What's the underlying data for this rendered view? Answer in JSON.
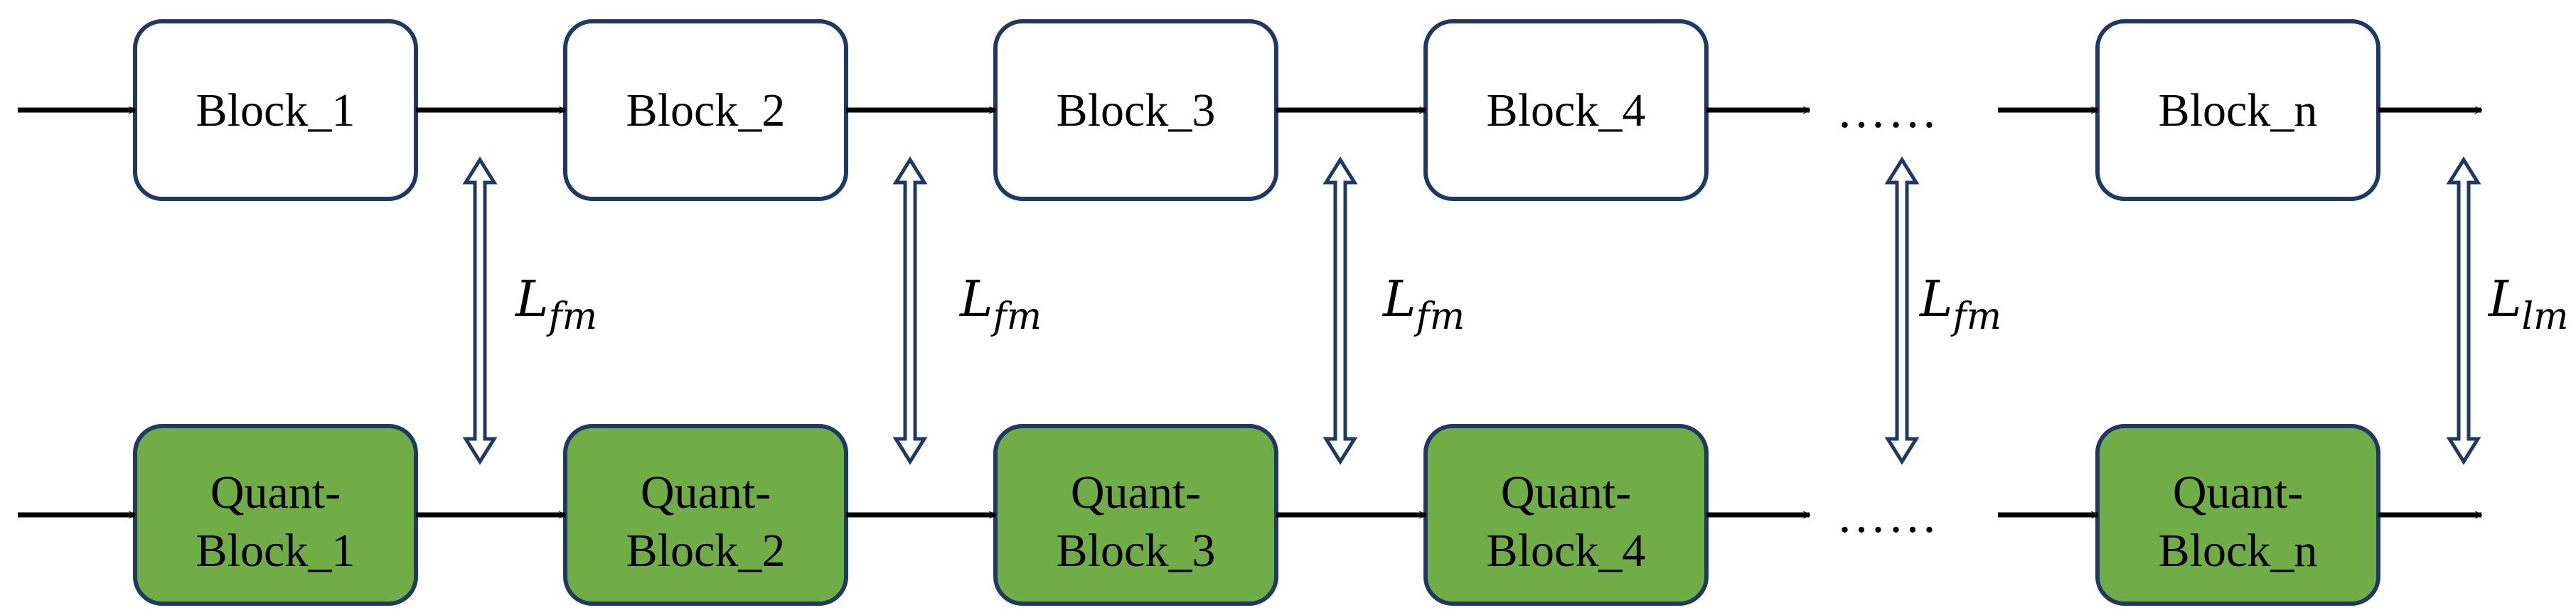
{
  "colors": {
    "block_fill": "#ffffff",
    "quant_fill": "#70ad47",
    "border": "#1f3864",
    "arrow": "#000000",
    "double_arrow": "#1f3864"
  },
  "top_row": {
    "blocks": [
      "Block_1",
      "Block_2",
      "Block_3",
      "Block_4",
      "Block_n"
    ],
    "ellipsis": "……"
  },
  "bottom_row": {
    "blocks": [
      [
        "Quant-",
        "Block_1"
      ],
      [
        "Quant-",
        "Block_2"
      ],
      [
        "Quant-",
        "Block_3"
      ],
      [
        "Quant-",
        "Block_4"
      ],
      [
        "Quant-",
        "Block_n"
      ]
    ],
    "ellipsis": "……"
  },
  "losses": [
    {
      "base": "L",
      "sub": "fm"
    },
    {
      "base": "L",
      "sub": "fm"
    },
    {
      "base": "L",
      "sub": "fm"
    },
    {
      "base": "L",
      "sub": "fm"
    },
    {
      "base": "L",
      "sub": "lm"
    }
  ]
}
